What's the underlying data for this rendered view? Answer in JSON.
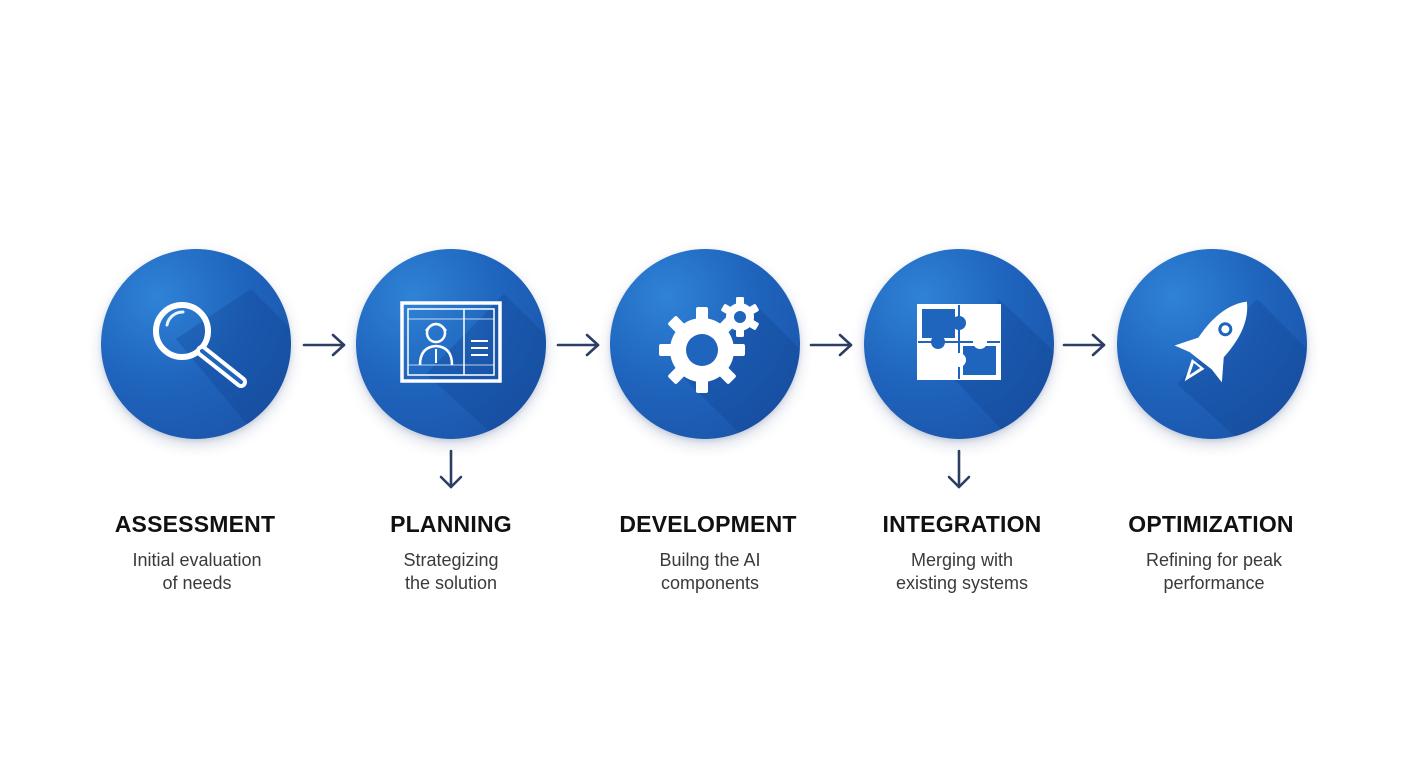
{
  "colors": {
    "circle": "#1f64bd",
    "arrow": "#2c3e64",
    "title": "#111111",
    "description": "#3a3a3a"
  },
  "steps": [
    {
      "title": "ASSESSMENT",
      "description": [
        "Initial evaluation",
        "of needs"
      ],
      "icon": "magnifying-glass-icon"
    },
    {
      "title": "PLANNING",
      "description": [
        "Strategizing",
        "the solution"
      ],
      "icon": "blueprint-icon"
    },
    {
      "title": "DEVELOPMENT",
      "description": [
        "Builng the AI",
        "components"
      ],
      "icon": "gears-icon"
    },
    {
      "title": "INTEGRATION",
      "description": [
        "Merging with",
        "existing systems"
      ],
      "icon": "puzzle-icon"
    },
    {
      "title": "OPTIMIZATION",
      "description": [
        "Refining for peak",
        "performance"
      ],
      "icon": "rocket-icon"
    }
  ]
}
